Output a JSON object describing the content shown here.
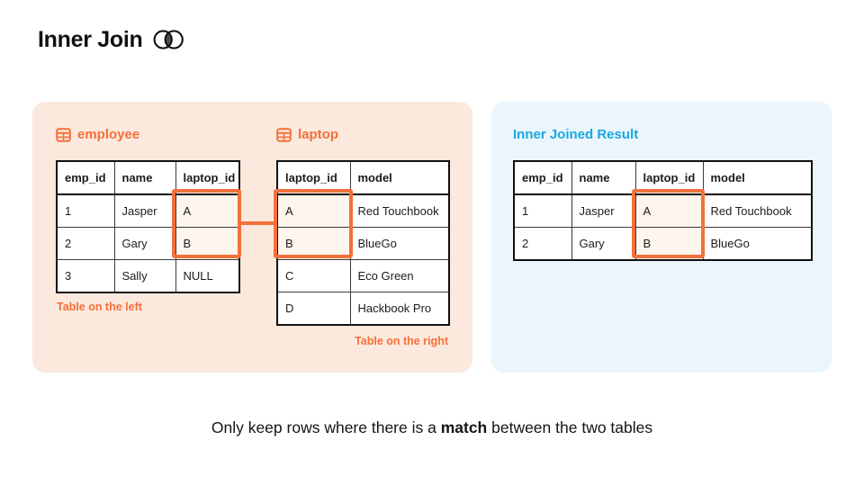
{
  "page": {
    "title": "Inner Join",
    "caption": {
      "prefix": "Only keep rows where there is a ",
      "bold": "match",
      "suffix": " between the two tables"
    }
  },
  "icons": {
    "title_icon": "venn-inner-join-icon",
    "table_icon": "table-grid-icon"
  },
  "colors": {
    "accent_orange": "#F4703B",
    "accent_blue": "#1CA6E0",
    "panel_peach": "#FCE9DD",
    "panel_blue": "#EAF6FB",
    "highlight_fill": "#FEF5ED",
    "null_gray": "#C9C9C9",
    "table_border": "#101010"
  },
  "left_panel": {
    "employee": {
      "title": "employee",
      "columns": [
        "emp_id",
        "name",
        "laptop_id"
      ],
      "rows": [
        [
          "1",
          "Jasper",
          "A"
        ],
        [
          "2",
          "Gary",
          "B"
        ],
        [
          "3",
          "Sally",
          "NULL"
        ]
      ],
      "label": "Table on the left"
    },
    "laptop": {
      "title": "laptop",
      "columns": [
        "laptop_id",
        "model"
      ],
      "rows": [
        [
          "A",
          "Red Touchbook"
        ],
        [
          "B",
          "BlueGo"
        ],
        [
          "C",
          "Eco Green"
        ],
        [
          "D",
          "Hackbook Pro"
        ]
      ],
      "label": "Table on the right"
    }
  },
  "right_panel": {
    "title": "Inner Joined Result",
    "columns": [
      "emp_id",
      "name",
      "laptop_id",
      "model"
    ],
    "rows": [
      [
        "1",
        "Jasper",
        "A",
        "Red Touchbook"
      ],
      [
        "2",
        "Gary",
        "B",
        "BlueGo"
      ]
    ]
  }
}
